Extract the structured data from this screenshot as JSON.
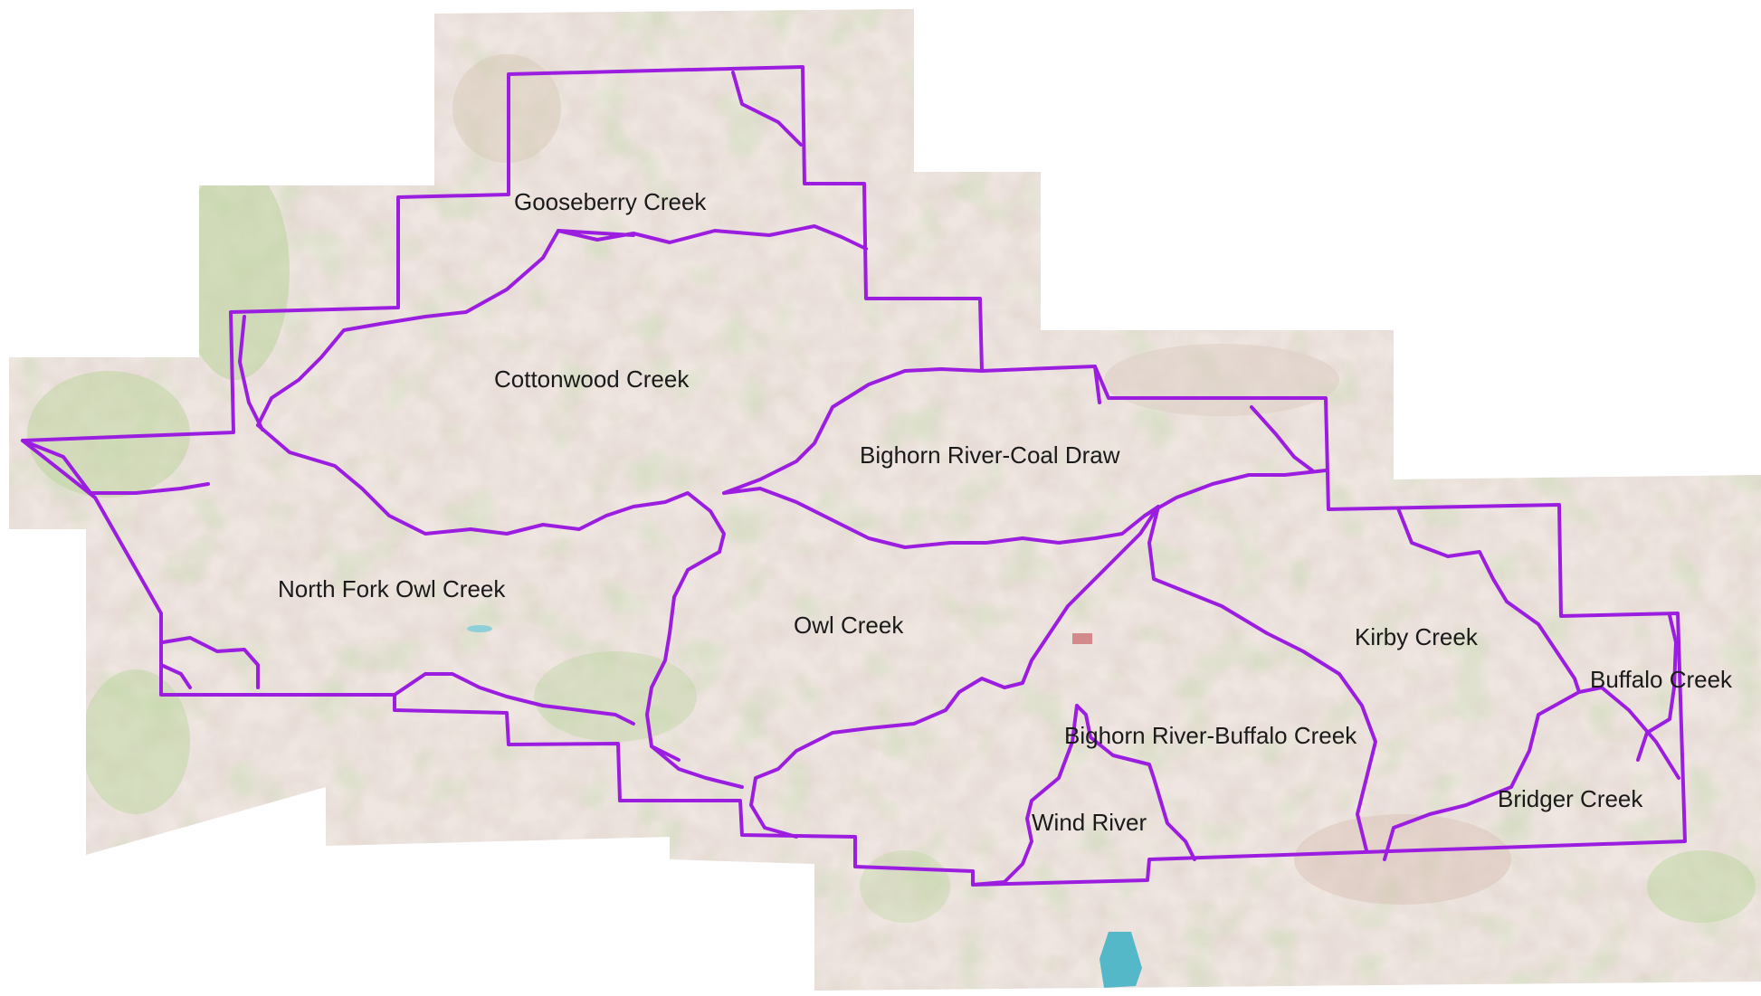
{
  "map": {
    "labels": {
      "gooseberry": "Gooseberry Creek",
      "cottonwood": "Cottonwood Creek",
      "bighorn_coal": "Bighorn River-Coal Draw",
      "north_fork_owl": "North Fork Owl Creek",
      "owl": "Owl Creek",
      "kirby": "Kirby Creek",
      "buffalo": "Buffalo Creek",
      "bighorn_buffalo": "Bighorn River-Buffalo Creek",
      "bridger": "Bridger Creek",
      "wind": "Wind River"
    },
    "colors": {
      "boundary": "#9b1ee0",
      "terrain": "#efe6e1",
      "vegetation": "#b9d49a",
      "water": "#55b8c8"
    }
  }
}
